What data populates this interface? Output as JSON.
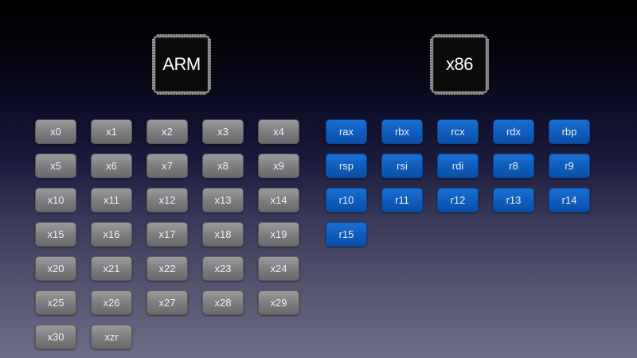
{
  "chips": {
    "arm": {
      "label": "ARM"
    },
    "x86": {
      "label": "x86"
    }
  },
  "arm_registers": [
    "x0",
    "x1",
    "x2",
    "x3",
    "x4",
    "x5",
    "x6",
    "x7",
    "x8",
    "x9",
    "x10",
    "x11",
    "x12",
    "x13",
    "x14",
    "x15",
    "x16",
    "x17",
    "x18",
    "x19",
    "x20",
    "x21",
    "x22",
    "x23",
    "x24",
    "x25",
    "x26",
    "x27",
    "x28",
    "x29",
    "x30",
    "xzr"
  ],
  "x86_registers": [
    "rax",
    "rbx",
    "rcx",
    "rdx",
    "rbp",
    "rsp",
    "rsi",
    "rdi",
    "r8",
    "r9",
    "r10",
    "r11",
    "r12",
    "r13",
    "r14",
    "r15"
  ],
  "colors": {
    "arm_register": "#7c7c7f",
    "x86_register": "#0f5cbc",
    "chip": "#0b0b0b",
    "background_top": "#000000",
    "background_bottom": "#6e6d88"
  }
}
